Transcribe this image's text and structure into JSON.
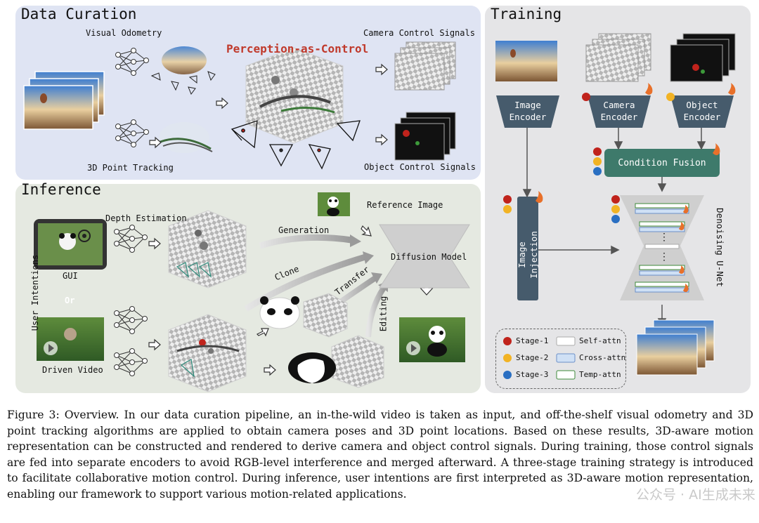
{
  "sections": {
    "data_curation": "Data Curation",
    "inference": "Inference",
    "training": "Training"
  },
  "curation": {
    "visual_odometry": "Visual Odometry",
    "point_tracking": "3D Point Tracking",
    "perception": "Perception-as-Control",
    "camera_signals": "Camera Control Signals",
    "object_signals": "Object Control Signals"
  },
  "inference_labels": {
    "depth": "Depth Estimation",
    "reference": "Reference Image",
    "generation": "Generation",
    "diffusion": "Diffusion Model",
    "clone": "Clone",
    "transfer": "Transfer",
    "editing": "Editing",
    "gui": "GUI",
    "or": "Or",
    "driven_video": "Driven Video",
    "user_intentions": "User Intentions"
  },
  "training_labels": {
    "image_encoder": "Image Encoder",
    "camera_encoder": "Camera Encoder",
    "object_encoder": "Object Encoder",
    "condition_fusion": "Condition Fusion",
    "image_injection": "Image Injection",
    "denoising": "Denoising U-Net",
    "dots": "⋮"
  },
  "legend": {
    "stage1": "Stage-1",
    "stage2": "Stage-2",
    "stage3": "Stage-3",
    "self_attn": "Self-attn",
    "cross_attn": "Cross-attn",
    "temp_attn": "Temp-attn"
  },
  "colors": {
    "stage1": "#c0231c",
    "stage2": "#f2b324",
    "stage3": "#2a6fc2",
    "encoder": "#465b6c",
    "fusion": "#3e7a6b",
    "perception_red": "#c0392b"
  },
  "caption": "Figure 3: Overview. In our data curation pipeline, an in-the-wild video is taken as input, and off-the-shelf visual odometry and 3D point tracking algorithms are applied to obtain camera poses and 3D point locations. Based on these results, 3D-aware motion representation can be constructed and rendered to derive camera and object control signals. During training, those control signals are fed into separate encoders to avoid RGB-level interference and merged afterward. A three-stage training strategy is introduced to facilitate collaborative motion control. During inference, user intentions are first interpreted as 3D-aware motion representation, enabling our framework to support various motion-related applications.",
  "watermark": "公众号 · AI生成未来"
}
